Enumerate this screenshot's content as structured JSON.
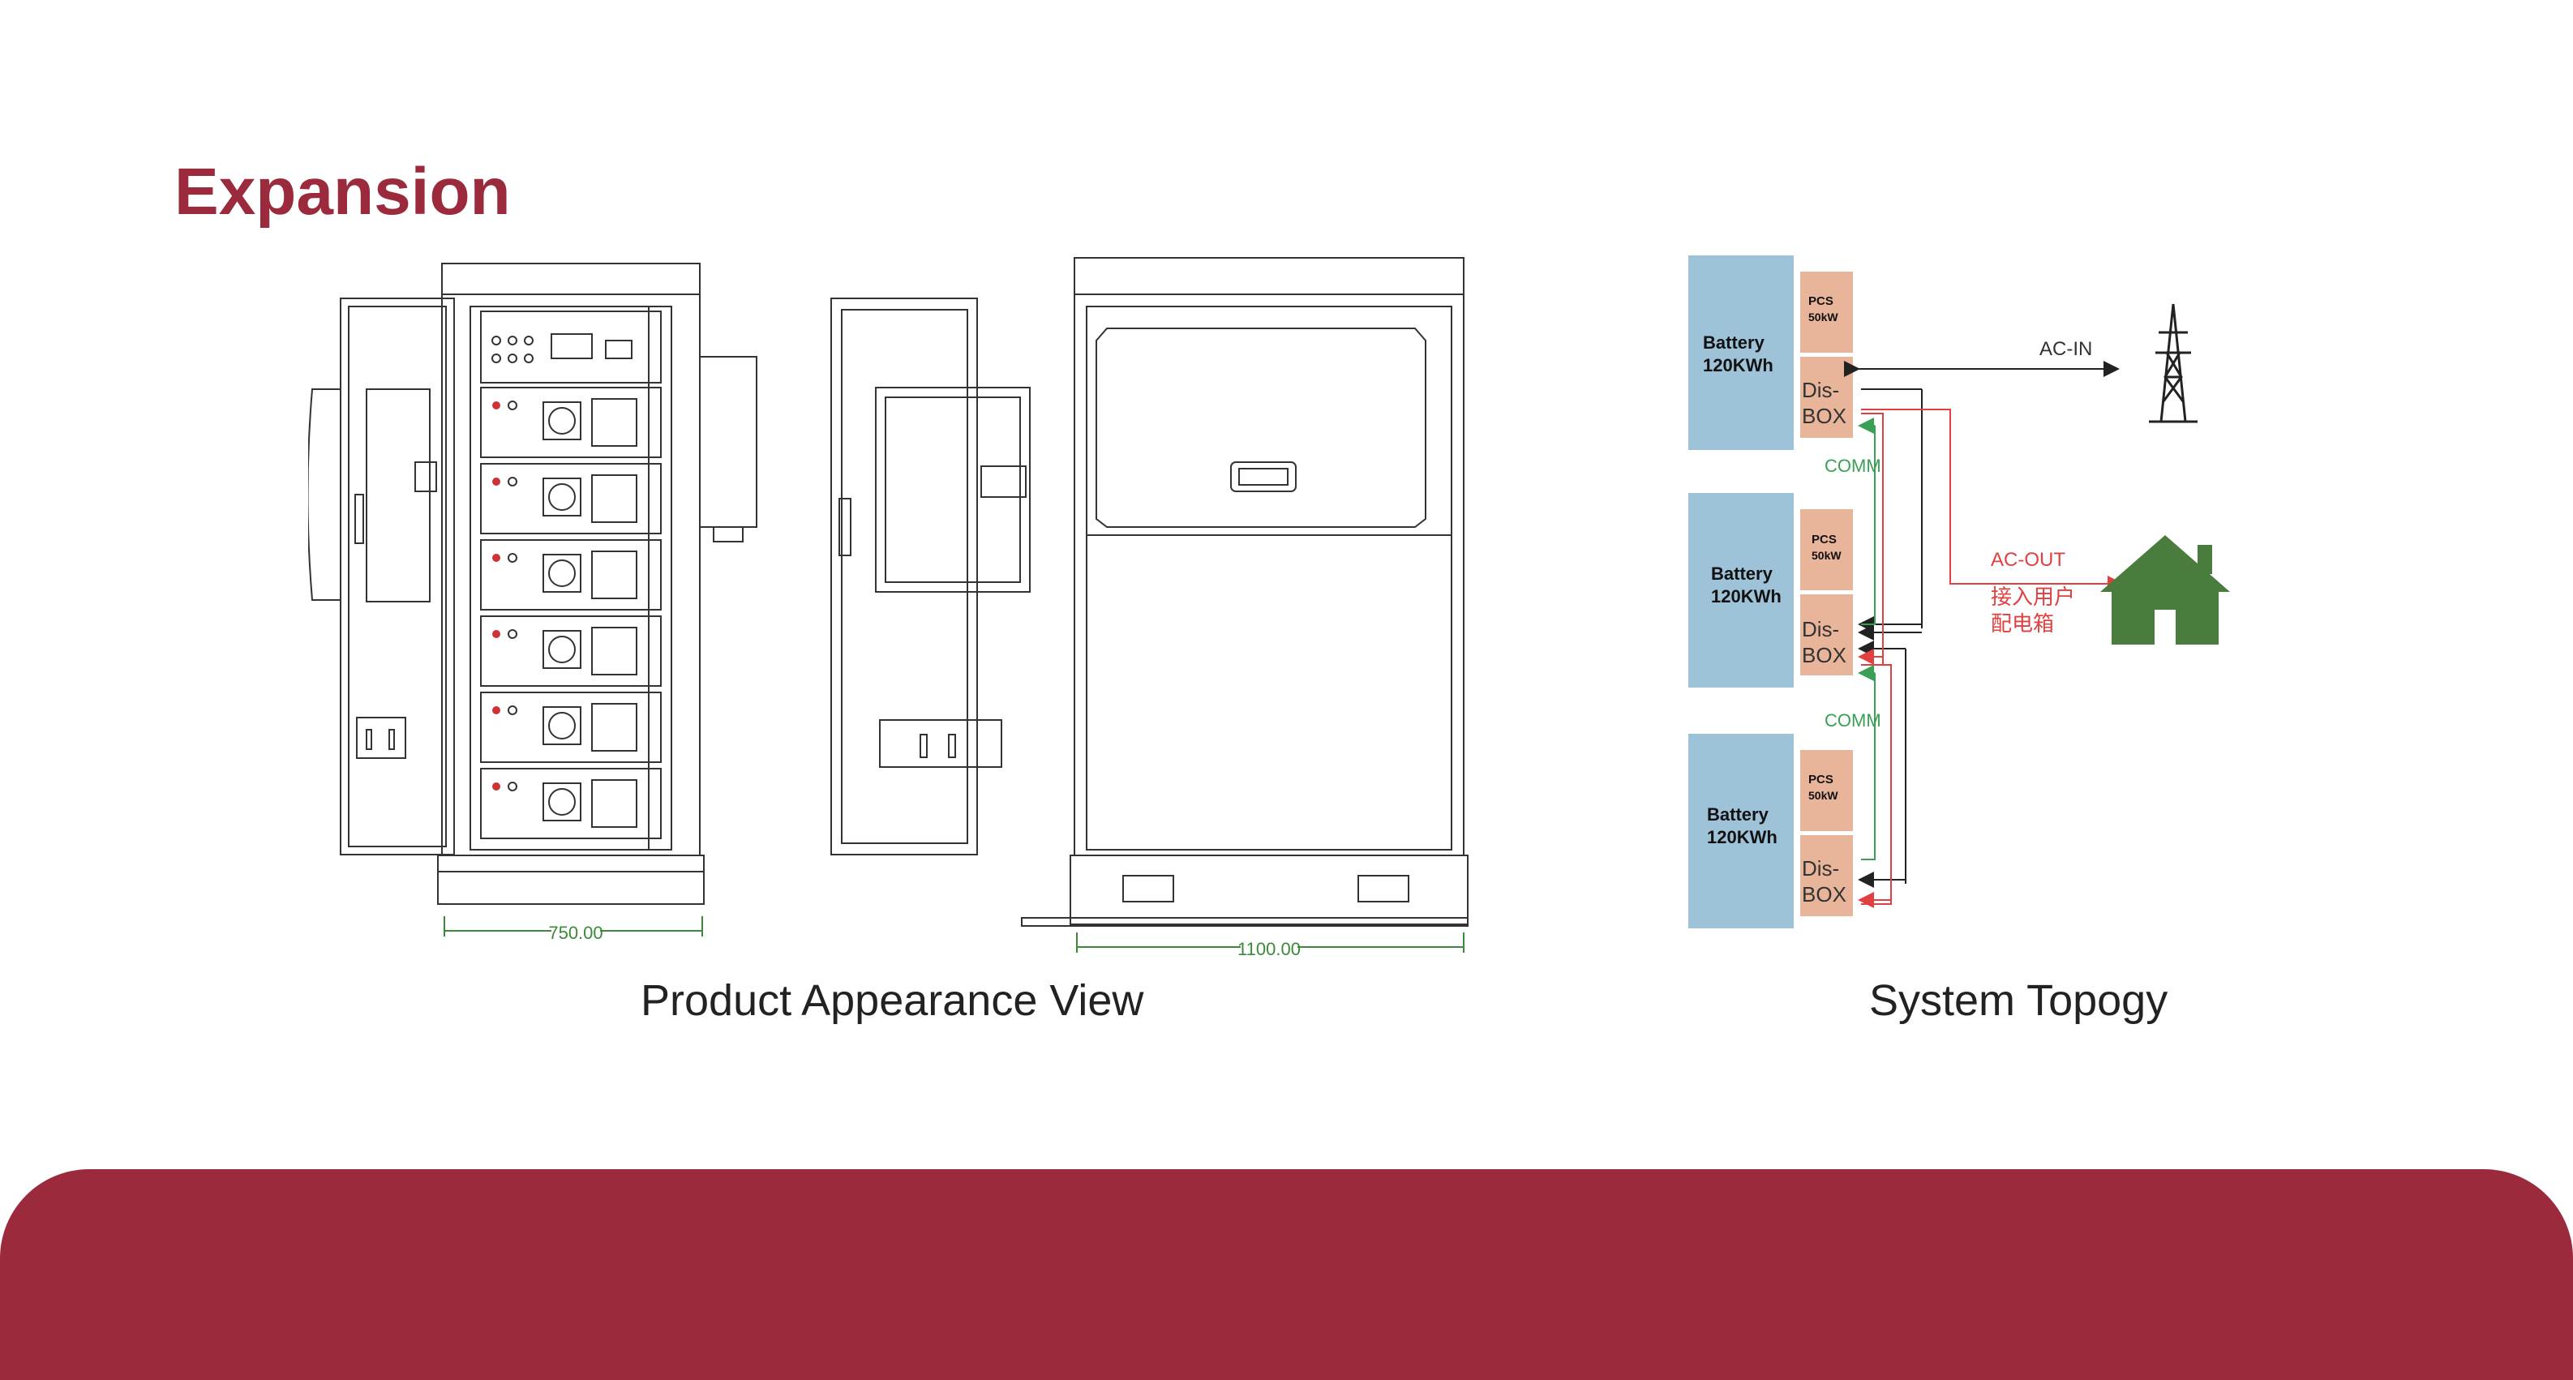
{
  "page": {
    "title": "Expansion",
    "caption_left": "Product Appearance View",
    "caption_right": "System Topogy"
  },
  "drawing": {
    "dimension_left": "750.00",
    "dimension_right": "1100.00"
  },
  "topology": {
    "units": [
      {
        "battery_line1": "Battery",
        "battery_line2": "120KWh",
        "pcs_line1": "PCS",
        "pcs_line2": "50kW",
        "dis_line1": "Dis-",
        "dis_line2": "BOX"
      },
      {
        "battery_line1": "Battery",
        "battery_line2": "120KWh",
        "pcs_line1": "PCS",
        "pcs_line2": "50kW",
        "dis_line1": "Dis-",
        "dis_line2": "BOX"
      },
      {
        "battery_line1": "Battery",
        "battery_line2": "120KWh",
        "pcs_line1": "PCS",
        "pcs_line2": "50kW",
        "dis_line1": "Dis-",
        "dis_line2": "BOX"
      }
    ],
    "comm_label": "COMM",
    "ac_in_label": "AC-IN",
    "ac_out_label": "AC-OUT",
    "ac_out_note_line1": "接入用户",
    "ac_out_note_line2": "配电箱",
    "colors": {
      "battery": "#9ec3d8",
      "pcs": "#e8b49a",
      "comm": "#3aa055",
      "acout": "#e04040",
      "house": "#4a7d3d",
      "title": "#9b2a3c"
    },
    "icons": [
      "power-tower-icon",
      "house-icon"
    ]
  }
}
